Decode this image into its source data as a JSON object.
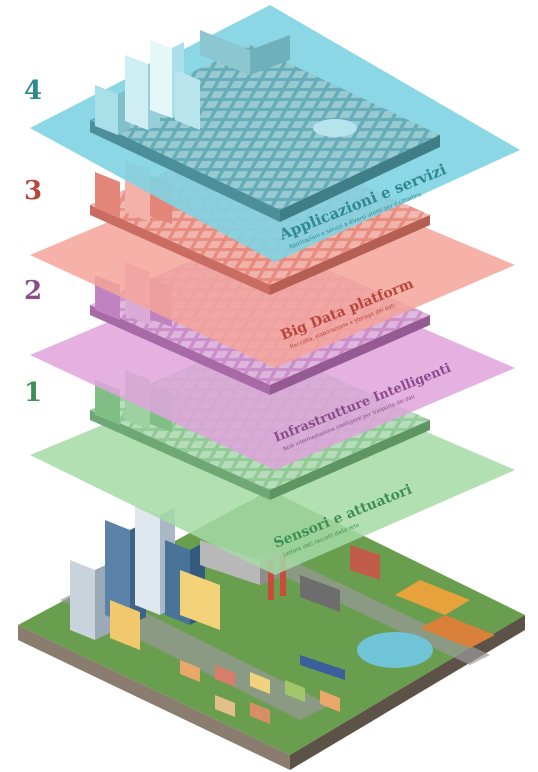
{
  "layers": [
    {
      "number": "4",
      "title": "Applicazioni e servizi",
      "subtitle": "Applicazioni e servizi a diversi utenti per il cittadino",
      "number_color": "#2e8a8f",
      "plane_color": "#7fd3e2",
      "label_color": "#2e8a8f"
    },
    {
      "number": "3",
      "title": "Big Data platform",
      "subtitle": "Raccolta, elaborazione e storage dei dati",
      "number_color": "#b8463d",
      "plane_color": "#f4a49a",
      "label_color": "#b8463d"
    },
    {
      "number": "2",
      "title": "Infrastrutture Intelligenti",
      "subtitle": "Nodi intermediazione intelligenti per trasporto dei dati",
      "number_color": "#8a4a8c",
      "plane_color": "#dfa3dc",
      "label_color": "#8a4a8c"
    },
    {
      "number": "1",
      "title": "Sensori e attuatori",
      "subtitle": "Lettore dati raccolti dalla rete",
      "number_color": "#3f8f55",
      "plane_color": "#a5dba6",
      "label_color": "#3f8f55"
    }
  ]
}
